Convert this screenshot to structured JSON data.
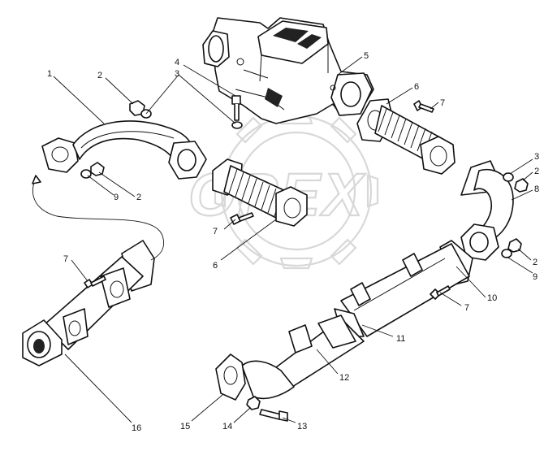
{
  "watermark": {
    "text": "OPEX"
  },
  "callouts": [
    {
      "id": "c1",
      "label": "1"
    },
    {
      "id": "c2a",
      "label": "2"
    },
    {
      "id": "c4",
      "label": "4"
    },
    {
      "id": "c3a",
      "label": "3"
    },
    {
      "id": "c5",
      "label": "5"
    },
    {
      "id": "c6a",
      "label": "6"
    },
    {
      "id": "c7a",
      "label": "7"
    },
    {
      "id": "c3b",
      "label": "3"
    },
    {
      "id": "c2b",
      "label": "2"
    },
    {
      "id": "c8",
      "label": "8"
    },
    {
      "id": "c9a",
      "label": "9"
    },
    {
      "id": "c2c",
      "label": "2"
    },
    {
      "id": "c7b",
      "label": "7"
    },
    {
      "id": "c6b",
      "label": "6"
    },
    {
      "id": "c2d",
      "label": "2"
    },
    {
      "id": "c9b",
      "label": "9"
    },
    {
      "id": "c7c",
      "label": "7"
    },
    {
      "id": "c10",
      "label": "10"
    },
    {
      "id": "c7d",
      "label": "7"
    },
    {
      "id": "c11",
      "label": "11"
    },
    {
      "id": "c12",
      "label": "12"
    },
    {
      "id": "c16",
      "label": "16"
    },
    {
      "id": "c15",
      "label": "15"
    },
    {
      "id": "c14",
      "label": "14"
    },
    {
      "id": "c13",
      "label": "13"
    }
  ]
}
